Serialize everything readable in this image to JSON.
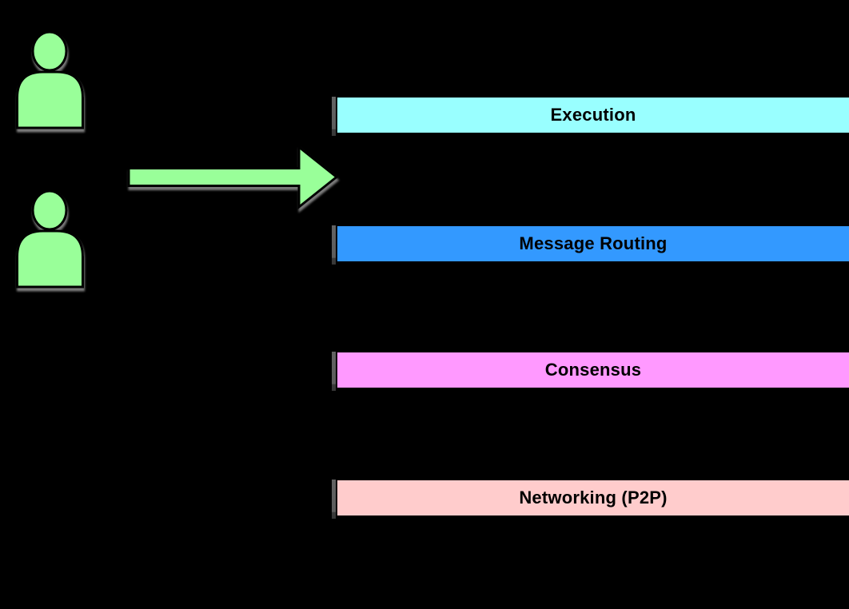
{
  "canvas": {
    "background": "#000000"
  },
  "actors": {
    "fill": "#99FF99",
    "outline": "#000000",
    "items": [
      {
        "id": "user-top"
      },
      {
        "id": "user-bottom"
      }
    ]
  },
  "arrow": {
    "fill": "#99FF99",
    "outline": "#000000",
    "direction": "right"
  },
  "layers": [
    {
      "label": "Execution",
      "fill": "#99FFFF"
    },
    {
      "label": "Message Routing",
      "fill": "#3399FF"
    },
    {
      "label": "Consensus",
      "fill": "#FF99FF"
    },
    {
      "label": "Networking (P2P)",
      "fill": "#FFCCCC"
    }
  ],
  "label_text_color": "#000000"
}
